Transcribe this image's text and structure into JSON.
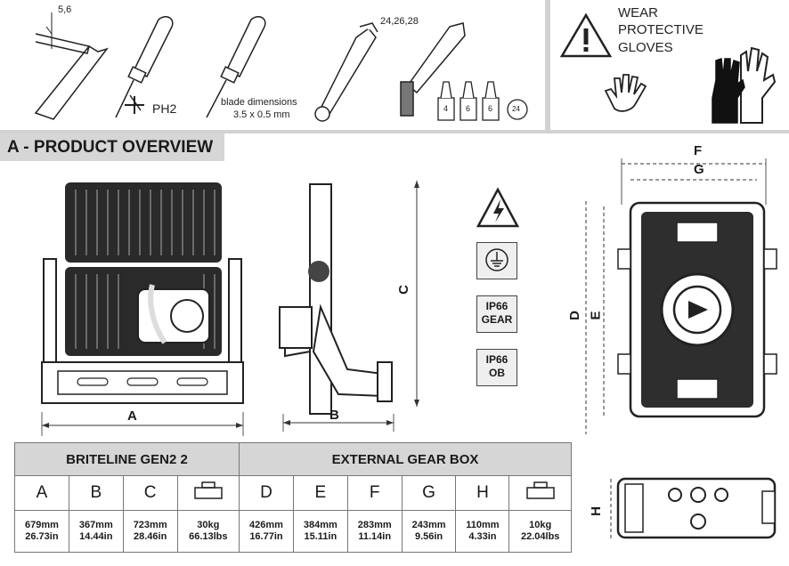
{
  "tools": {
    "hex_key_size": "5,6",
    "phillips_label": "PH2",
    "blade_line1": "blade dimensions",
    "blade_line2": "3.5 x 0.5 mm",
    "wrench_sizes": "24,26,28",
    "ferrule_sizes": [
      "4",
      "6",
      "6",
      "24"
    ]
  },
  "warning": {
    "line1": "WEAR",
    "line2": "PROTECTIVE",
    "line3": "GLOVES"
  },
  "section": {
    "title": "A - PRODUCT OVERVIEW"
  },
  "dims": {
    "A": "A",
    "B": "B",
    "C": "C",
    "D": "D",
    "E": "E",
    "F": "F",
    "G": "G",
    "H": "H"
  },
  "badges": {
    "ip_gear_l1": "IP66",
    "ip_gear_l2": "GEAR",
    "ip_ob_l1": "IP66",
    "ip_ob_l2": "OB"
  },
  "table": {
    "group1": "BRITELINE GEN2 2",
    "group2": "EXTERNAL GEAR BOX",
    "columns": [
      "A",
      "B",
      "C",
      "",
      "D",
      "E",
      "F",
      "G",
      "H",
      ""
    ],
    "row1": [
      "679mm",
      "367mm",
      "723mm",
      "30kg",
      "426mm",
      "384mm",
      "283mm",
      "243mm",
      "110mm",
      "10kg"
    ],
    "row2": [
      "26.73in",
      "14.44in",
      "28.46in",
      "66.13lbs",
      "16.77in",
      "15.11in",
      "11.14in",
      "9.56in",
      "4.33in",
      "22.04lbs"
    ]
  },
  "colors": {
    "header_bg": "#d6d6d6",
    "border": "#cfcfcf",
    "ink": "#1a1a1a"
  }
}
